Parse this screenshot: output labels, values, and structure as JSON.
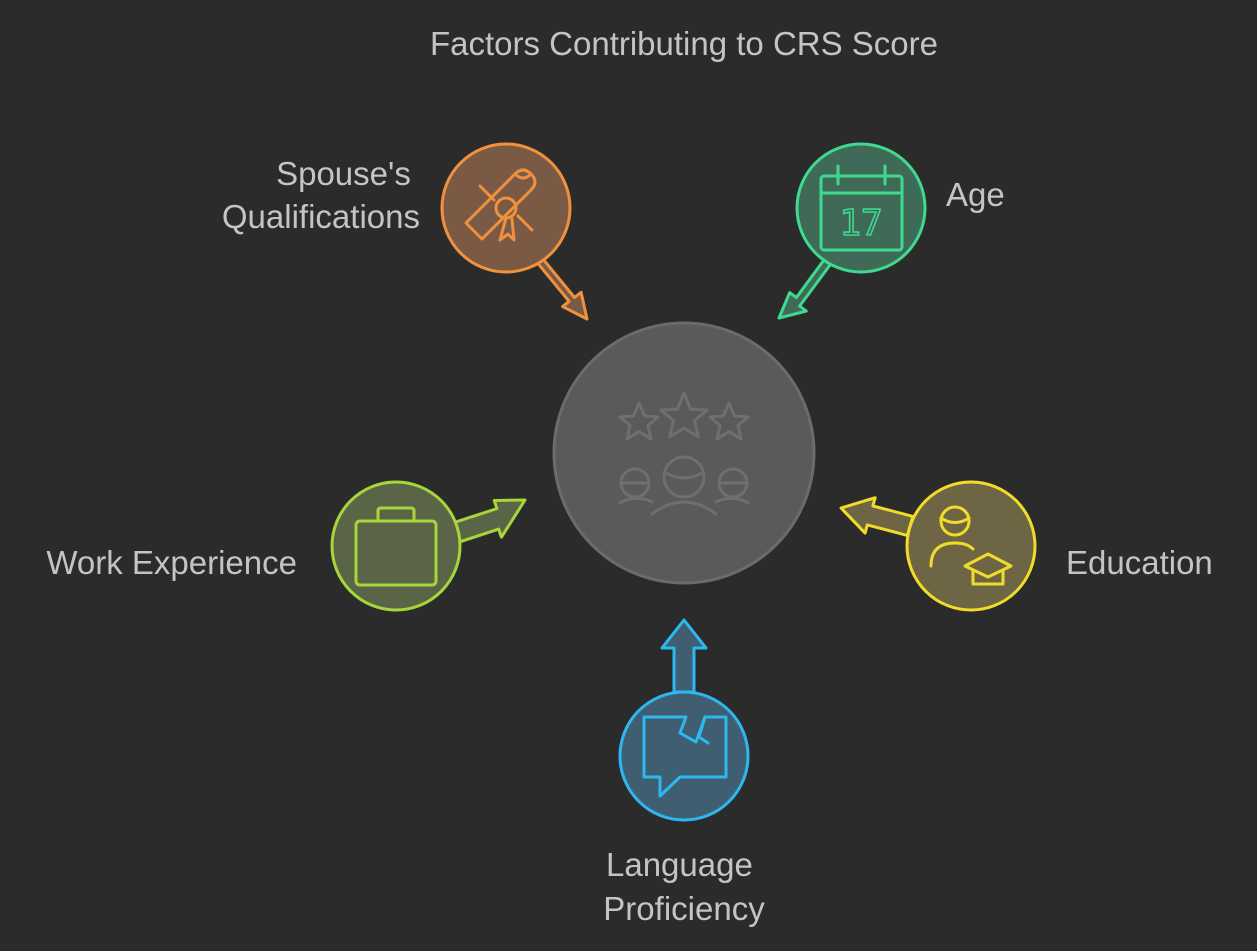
{
  "title": "Factors Contributing to CRS Score",
  "center": {
    "icon": "stars-and-people-icon",
    "fill": "#5a5a5a",
    "stroke": "#6b6b6b"
  },
  "factors": [
    {
      "key": "spouse",
      "label_lines": [
        "Spouse's",
        "Qualifications"
      ],
      "icon": "diploma-icon",
      "color": "#f0913f",
      "fill": "#7a5a44"
    },
    {
      "key": "age",
      "label_lines": [
        "Age"
      ],
      "icon": "calendar-icon",
      "icon_text": "17",
      "color": "#3fd98f",
      "fill": "#3f6a57"
    },
    {
      "key": "work",
      "label_lines": [
        "Work Experience"
      ],
      "icon": "briefcase-icon",
      "color": "#a6d63a",
      "fill": "#5a6547"
    },
    {
      "key": "education",
      "label_lines": [
        "Education"
      ],
      "icon": "graduate-icon",
      "color": "#f1dc2a",
      "fill": "#6e6545"
    },
    {
      "key": "language",
      "label_lines": [
        "Language",
        "Proficiency"
      ],
      "icon": "speech-bubble-icon",
      "color": "#2eb8f0",
      "fill": "#3f5e72"
    }
  ]
}
